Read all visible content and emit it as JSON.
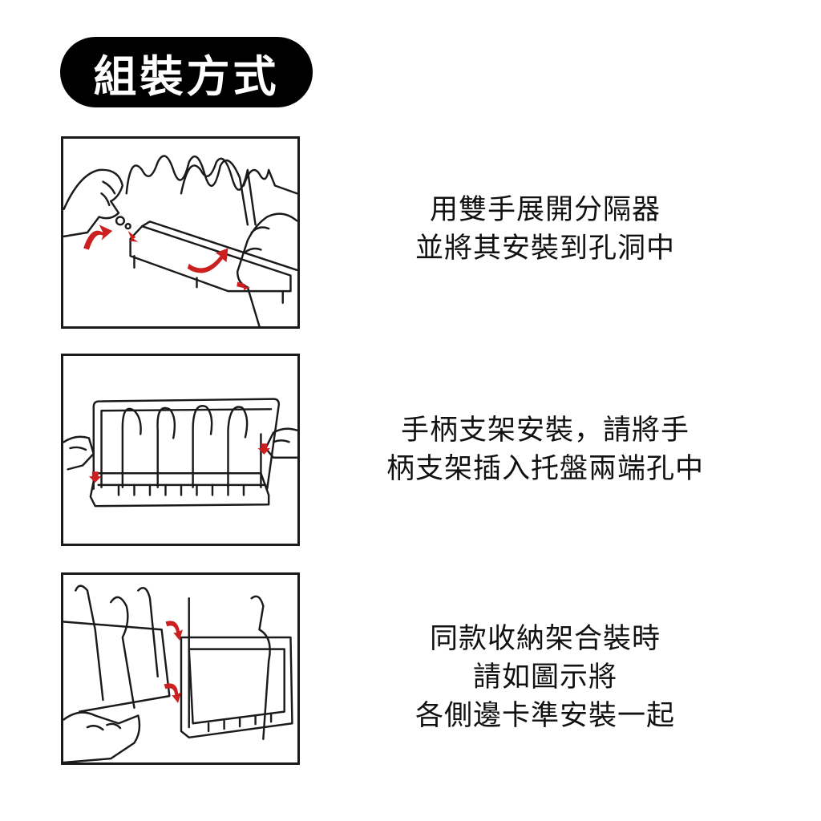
{
  "title": "組裝方式",
  "colors": {
    "accent": "#cc1f1f",
    "ink": "#1a1a1a",
    "pill": "#000000"
  },
  "steps": [
    {
      "lines": [
        "用雙手展開分隔器",
        "並將其安裝到孔洞中"
      ]
    },
    {
      "lines": [
        "手柄支架安裝，請將手",
        "柄支架插入托盤兩端孔中"
      ]
    },
    {
      "lines": [
        "同款收納架合裝時",
        "請如圖示將",
        "各側邊卡準安裝一起"
      ]
    }
  ]
}
